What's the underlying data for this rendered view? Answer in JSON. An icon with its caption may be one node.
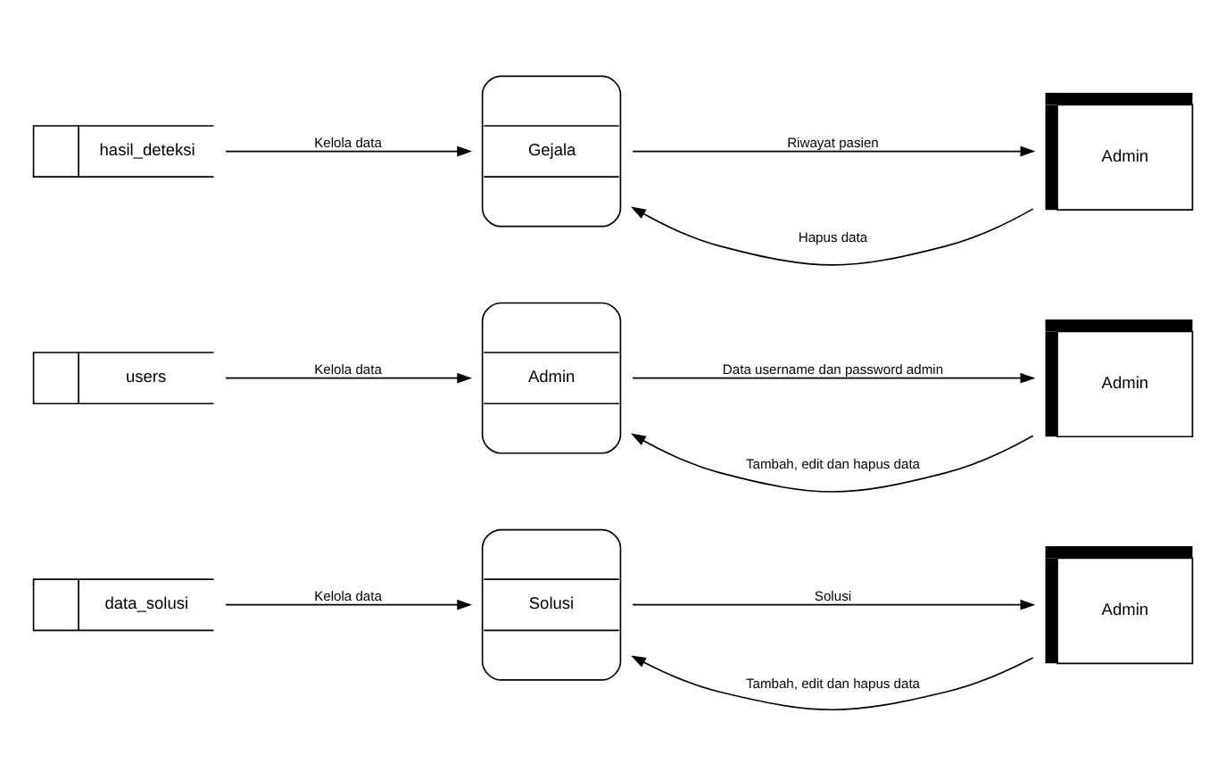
{
  "diagram": {
    "nodes": [
      {
        "text": [
          "data_solusi"
        ]
      },
      {
        "text": [
          "Solusi"
        ]
      },
      {
        "text": [
          "Admin"
        ]
      },
      {
        "text": [
          "users"
        ]
      },
      {
        "text": [
          "Admin"
        ]
      },
      {
        "text": [
          "Admin"
        ]
      },
      {
        "text": [
          "hasil_deteksi"
        ]
      },
      {
        "text": [
          "Gejala"
        ]
      },
      {
        "text": [
          "Admin"
        ]
      }
    ],
    "edges": [
      {
        "from": 0,
        "to": 1,
        "arrow": "to",
        "label": "Kelola data"
      },
      {
        "from": 2,
        "to": 1,
        "arrow": "to",
        "label": "Tambah, edit dan hapus data"
      },
      {
        "from": 1,
        "to": 2,
        "arrow": "to",
        "label": "Solusi"
      },
      {
        "from": 3,
        "to": 4,
        "arrow": "to",
        "label": "Kelola data"
      },
      {
        "from": 5,
        "to": 4,
        "arrow": "to",
        "label": "Tambah, edit dan hapus data"
      },
      {
        "from": 4,
        "to": 5,
        "arrow": "to",
        "label": "Data username dan password admin"
      },
      {
        "from": 6,
        "to": 7,
        "arrow": "to",
        "label": "Kelola data"
      },
      {
        "from": 8,
        "to": 7,
        "arrow": "to",
        "label": "Hapus data"
      },
      {
        "from": 7,
        "to": 8,
        "arrow": "to",
        "label": "Riwayat pasien"
      }
    ]
  }
}
